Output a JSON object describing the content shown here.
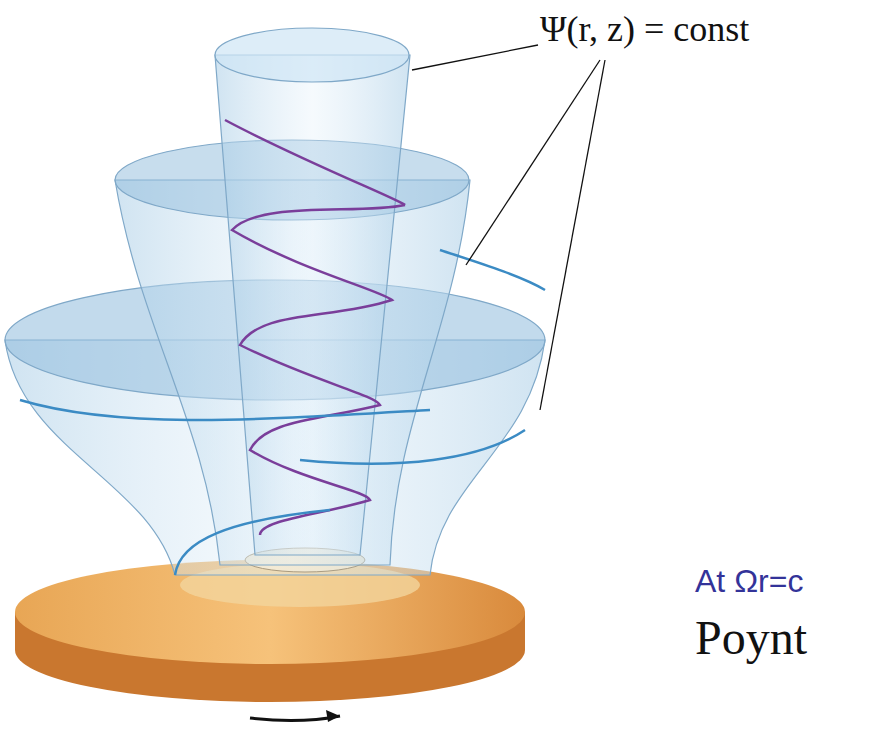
{
  "diagram": {
    "labels": [
      "Ψ(r, z) = const",
      "At Ωr=c",
      "Poynt"
    ]
  }
}
